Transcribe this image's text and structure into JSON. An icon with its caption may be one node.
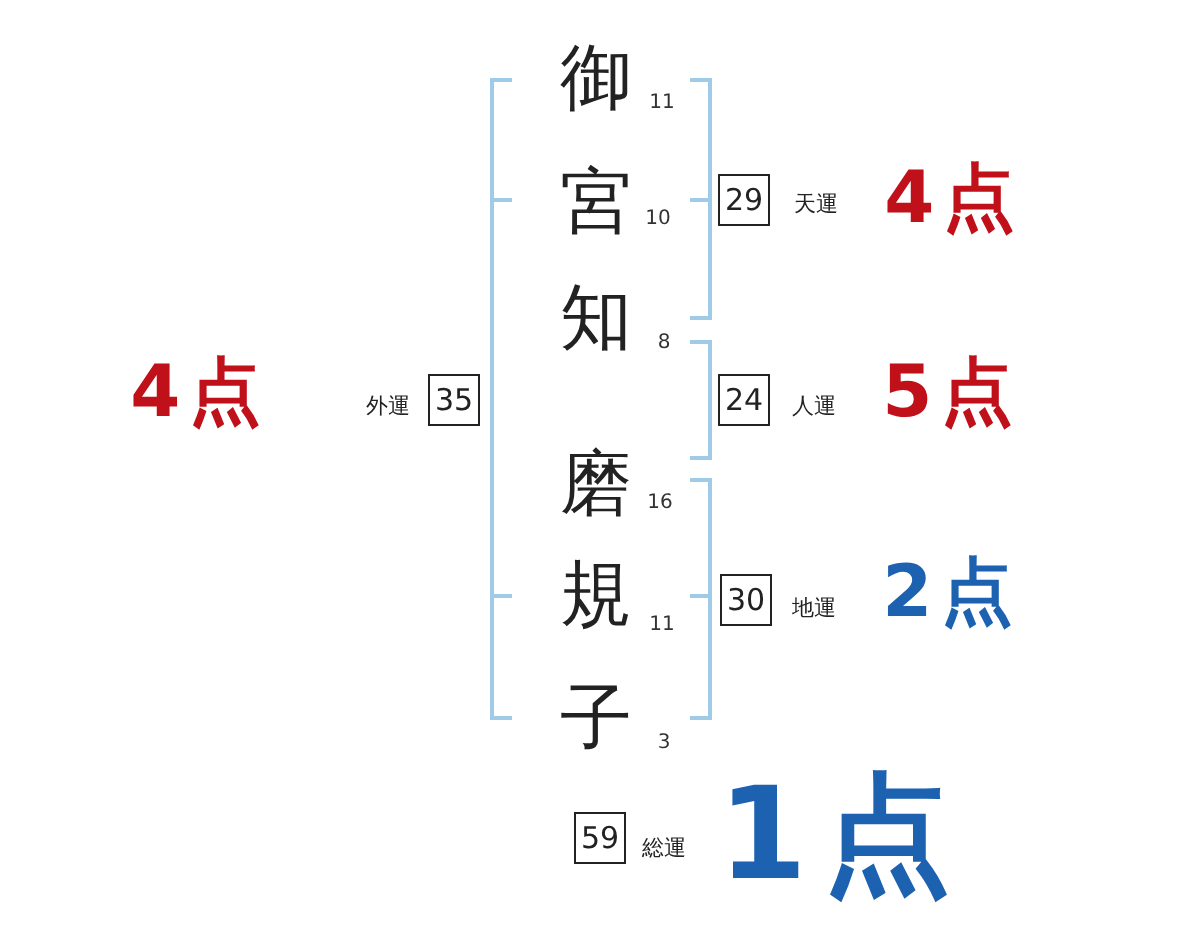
{
  "diagram": {
    "nodes": [
      {
        "text": [
          "29"
        ],
        "beside": [
          "天運",
          "4点"
        ]
      },
      {
        "text": [
          "24"
        ],
        "beside": [
          "人運",
          "5点"
        ]
      },
      {
        "text": [
          "30"
        ],
        "beside": [
          "地運",
          "2点"
        ]
      },
      {
        "text": [
          "35"
        ],
        "beside": [
          "外運",
          "4点"
        ]
      },
      {
        "text": [
          "59"
        ],
        "beside": [
          "総運",
          "1点"
        ]
      }
    ],
    "labels": [
      "御",
      "11",
      "宮",
      "10",
      "知",
      "8",
      "磨",
      "16",
      "規",
      "11",
      "子",
      "3"
    ]
  }
}
